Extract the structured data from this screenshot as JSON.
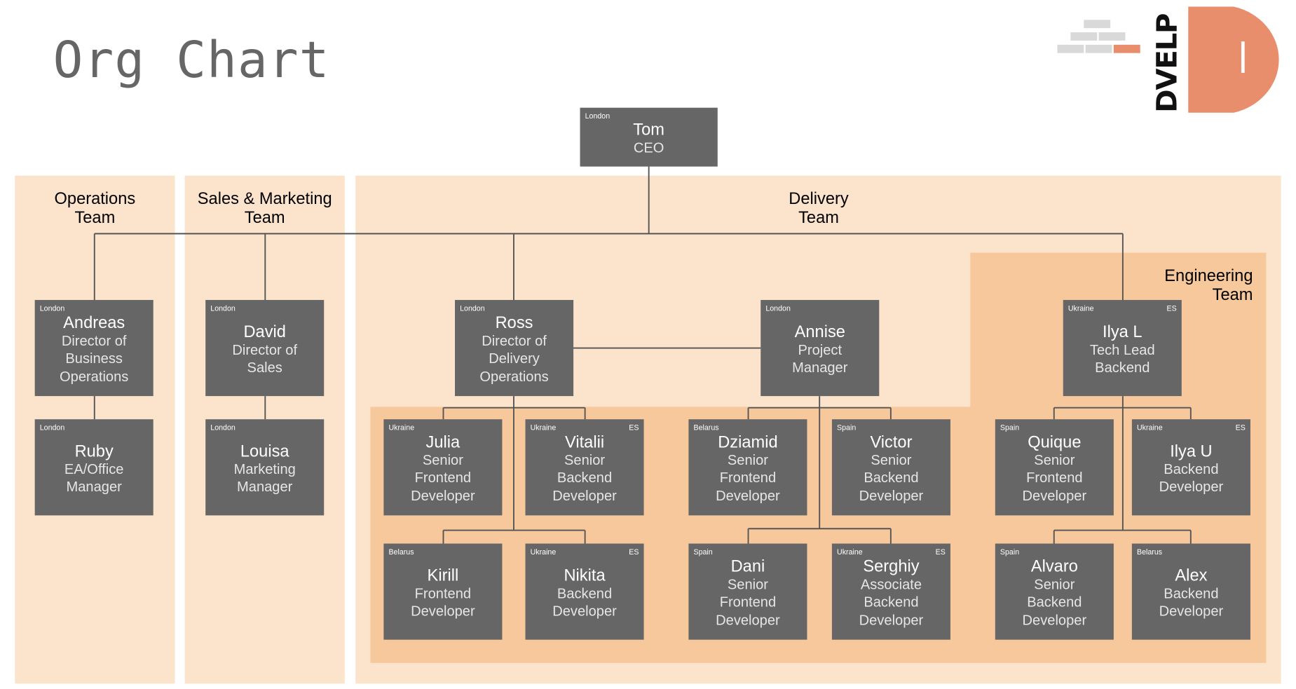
{
  "page": {
    "title": "Org Chart"
  },
  "logo": {
    "text": "DVELP",
    "accent_color": "#e88e6c",
    "brick_color": "#d9d9d9"
  },
  "colors": {
    "section_bg": "#fbe3cc",
    "subsection_bg": "#f6c89c",
    "node_bg": "#666666",
    "connector": "#555555"
  },
  "sections": {
    "operations": "Operations\nTeam",
    "sales": "Sales & Marketing\nTeam",
    "delivery": "Delivery\nTeam",
    "engineering": "Engineering\nTeam"
  },
  "people": {
    "tom": {
      "location": "London",
      "tag": "",
      "name": "Tom",
      "role": "CEO"
    },
    "andreas": {
      "location": "London",
      "tag": "",
      "name": "Andreas",
      "role": "Director of\nBusiness\nOperations"
    },
    "ruby": {
      "location": "London",
      "tag": "",
      "name": "Ruby",
      "role": "EA/Office\nManager"
    },
    "david": {
      "location": "London",
      "tag": "",
      "name": "David",
      "role": "Director of\nSales"
    },
    "louisa": {
      "location": "London",
      "tag": "",
      "name": "Louisa",
      "role": "Marketing\nManager"
    },
    "ross": {
      "location": "London",
      "tag": "",
      "name": "Ross",
      "role": "Director of\nDelivery\nOperations"
    },
    "annise": {
      "location": "London",
      "tag": "",
      "name": "Annise",
      "role": "Project\nManager"
    },
    "ilyal": {
      "location": "Ukraine",
      "tag": "ES",
      "name": "Ilya L",
      "role": "Tech Lead\nBackend"
    },
    "julia": {
      "location": "Ukraine",
      "tag": "",
      "name": "Julia",
      "role": "Senior\nFrontend\nDeveloper"
    },
    "vitalii": {
      "location": "Ukraine",
      "tag": "ES",
      "name": "Vitalii",
      "role": "Senior\nBackend\nDeveloper"
    },
    "kirill": {
      "location": "Belarus",
      "tag": "",
      "name": "Kirill",
      "role": "Frontend\nDeveloper"
    },
    "nikita": {
      "location": "Ukraine",
      "tag": "ES",
      "name": "Nikita",
      "role": "Backend\nDeveloper"
    },
    "dziamid": {
      "location": "Belarus",
      "tag": "",
      "name": "Dziamid",
      "role": "Senior\nFrontend\nDeveloper"
    },
    "victor": {
      "location": "Spain",
      "tag": "",
      "name": "Victor",
      "role": "Senior\nBackend\nDeveloper"
    },
    "dani": {
      "location": "Spain",
      "tag": "",
      "name": "Dani",
      "role": "Senior\nFrontend\nDeveloper"
    },
    "serghiy": {
      "location": "Ukraine",
      "tag": "ES",
      "name": "Serghiy",
      "role": "Associate\nBackend\nDeveloper"
    },
    "quique": {
      "location": "Spain",
      "tag": "",
      "name": "Quique",
      "role": "Senior\nFrontend\nDeveloper"
    },
    "ilyau": {
      "location": "Ukraine",
      "tag": "ES",
      "name": "Ilya U",
      "role": "Backend\nDeveloper"
    },
    "alvaro": {
      "location": "Spain",
      "tag": "",
      "name": "Alvaro",
      "role": "Senior\nBackend\nDeveloper"
    },
    "alex": {
      "location": "Belarus",
      "tag": "",
      "name": "Alex",
      "role": "Backend\nDeveloper"
    }
  }
}
